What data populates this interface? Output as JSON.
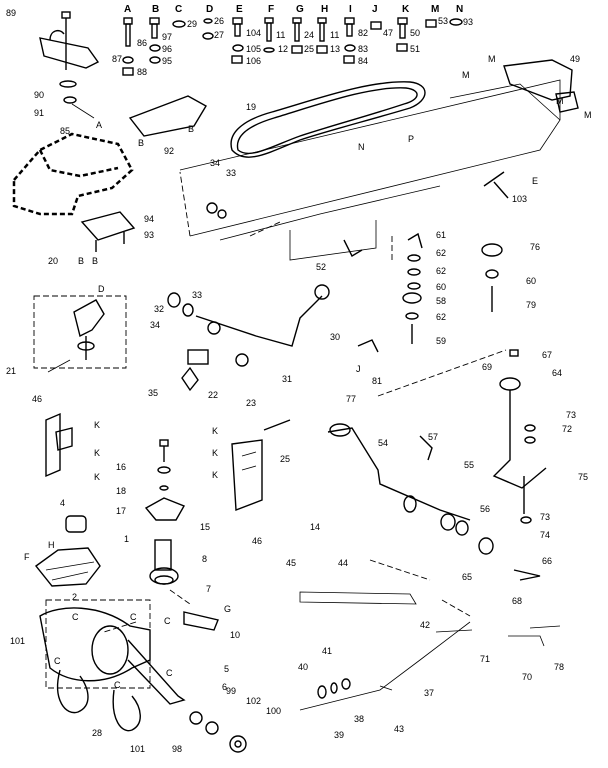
{
  "header_letters": [
    "A",
    "B",
    "C",
    "D",
    "E",
    "F",
    "G",
    "H",
    "I",
    "J",
    "K",
    "M",
    "N",
    "P"
  ],
  "header_numbers": {
    "a1": "86",
    "a2": "87",
    "a3": "88",
    "b1": "97",
    "b2": "96",
    "b3": "95",
    "c1": "29",
    "d1": "26",
    "d2": "27",
    "e1": "104",
    "e2": "105",
    "e3": "106",
    "f1": "11",
    "f2": "12",
    "g1": "24",
    "g2": "25",
    "h1": "11",
    "h2": "13",
    "j1": "82",
    "j2": "83",
    "j3": "84",
    "k1": "47",
    "m1": "50",
    "m2": "51",
    "n1": "53",
    "p1": "93"
  },
  "callouts": {
    "c89": "89",
    "c90": "90",
    "c91": "91",
    "c85": "85",
    "c92": "92",
    "c19": "19",
    "c49": "49",
    "c34a": "34",
    "c33a": "33",
    "c94": "94",
    "c93": "93",
    "c103": "103",
    "c52": "52",
    "c61": "61",
    "c62a": "62",
    "c62b": "62",
    "c60a": "60",
    "c58": "58",
    "c62c": "62",
    "c59": "59",
    "c76": "76",
    "c60b": "60",
    "c79": "79",
    "c20": "20",
    "c32": "32",
    "c33b": "33",
    "c34b": "34",
    "c30": "30",
    "c21": "21",
    "c81": "81",
    "c31": "31",
    "c22": "22",
    "c23": "23",
    "c35": "35",
    "c67": "67",
    "c69": "69",
    "c64": "64",
    "c46a": "46",
    "c16": "16",
    "c18": "18",
    "c17": "17",
    "c15": "15",
    "c25": "25",
    "c77": "77",
    "c54": "54",
    "c57": "57",
    "c55": "55",
    "c73a": "73",
    "c72": "72",
    "c75": "75",
    "c14": "14",
    "c46b": "46",
    "c56": "56",
    "c4": "4",
    "c1": "1",
    "c8": "8",
    "c73b": "73",
    "c74": "74",
    "c7": "7",
    "c65": "65",
    "c66": "66",
    "c45": "45",
    "c44": "44",
    "c68": "68",
    "c2": "2",
    "c10": "10",
    "c42": "42",
    "c71": "71",
    "c101a": "101",
    "c5": "5",
    "c6": "6",
    "c70": "70",
    "c78": "78",
    "c40": "40",
    "c41": "41",
    "c37": "37",
    "c99": "99",
    "c102": "102",
    "c100": "100",
    "c38": "38",
    "c39": "39",
    "c43": "43",
    "c28": "28",
    "c101b": "101",
    "c98": "98"
  },
  "ref_letters": {
    "la1": "A",
    "lb1": "B",
    "lb2": "B",
    "lb3": "B",
    "lb4": "B",
    "lb5": "B",
    "ln": "N",
    "lp": "P",
    "le": "E",
    "lm1": "M",
    "lm2": "M",
    "lm3": "M",
    "lm4": "M",
    "ld": "D",
    "lj": "J",
    "lk1": "K",
    "lk2": "K",
    "lk3": "K",
    "lk4": "K",
    "lk5": "K",
    "lk6": "K",
    "lf": "F",
    "lh": "H",
    "lg": "G",
    "lc1": "C",
    "lc2": "C",
    "lc3": "C",
    "lc4": "C",
    "lc5": "C",
    "lc6": "C"
  }
}
